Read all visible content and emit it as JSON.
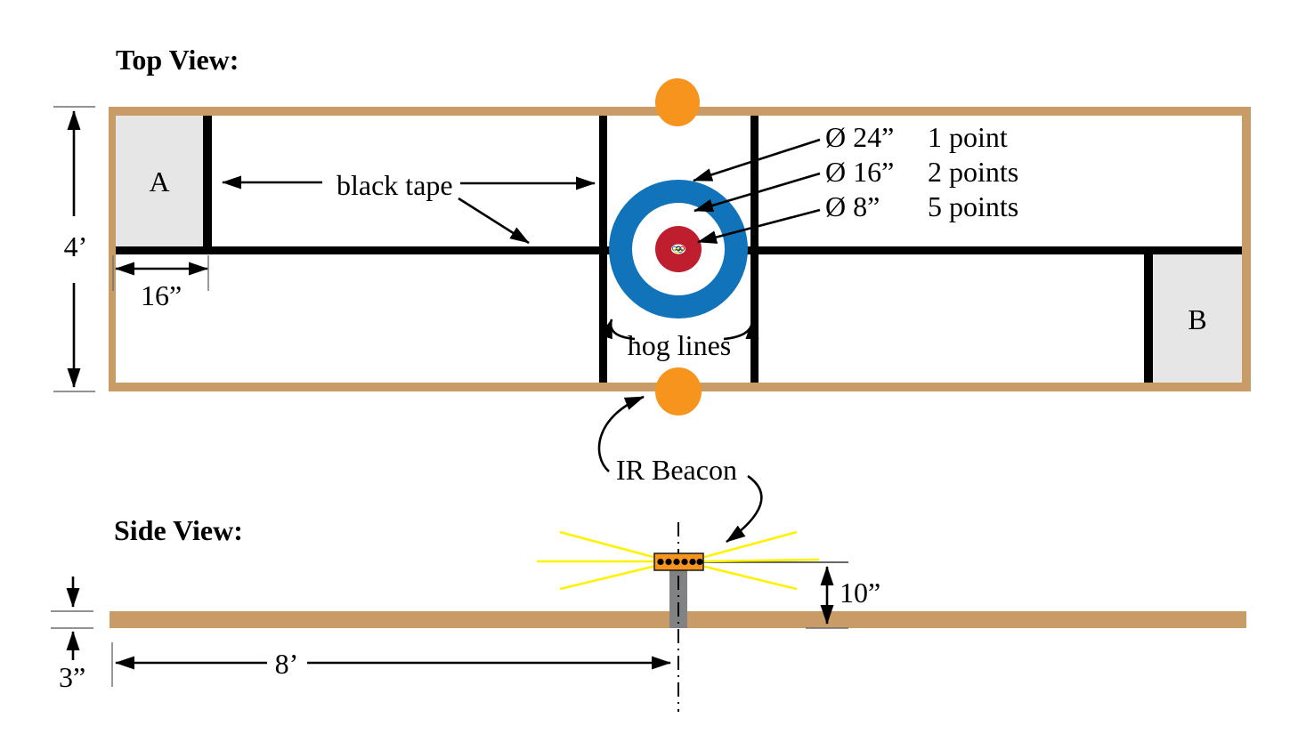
{
  "diagram": {
    "top_view": {
      "title": "Top View:",
      "zone_a": "A",
      "zone_b": "B",
      "black_tape": "black tape",
      "hog_lines": "hog lines",
      "field_height": "4’",
      "zone_width": "16”",
      "rings": [
        {
          "diameter": "Ø 24”",
          "points": "1 point"
        },
        {
          "diameter": "Ø 16”",
          "points": "2 points"
        },
        {
          "diameter": "Ø 8”",
          "points": "5 points"
        }
      ]
    },
    "side_view": {
      "title": "Side View:",
      "ir_beacon": "IR Beacon",
      "beacon_height": "10”",
      "board_thickness": "3”",
      "beacon_distance": "8’"
    },
    "colors": {
      "wood": "#C99B66",
      "orange": "#F7941E",
      "blue": "#1173B9",
      "red": "#BE1E2D",
      "yellow": "#FFF200",
      "zone_gray": "#E6E6E6",
      "pole_gray": "#808284"
    }
  }
}
